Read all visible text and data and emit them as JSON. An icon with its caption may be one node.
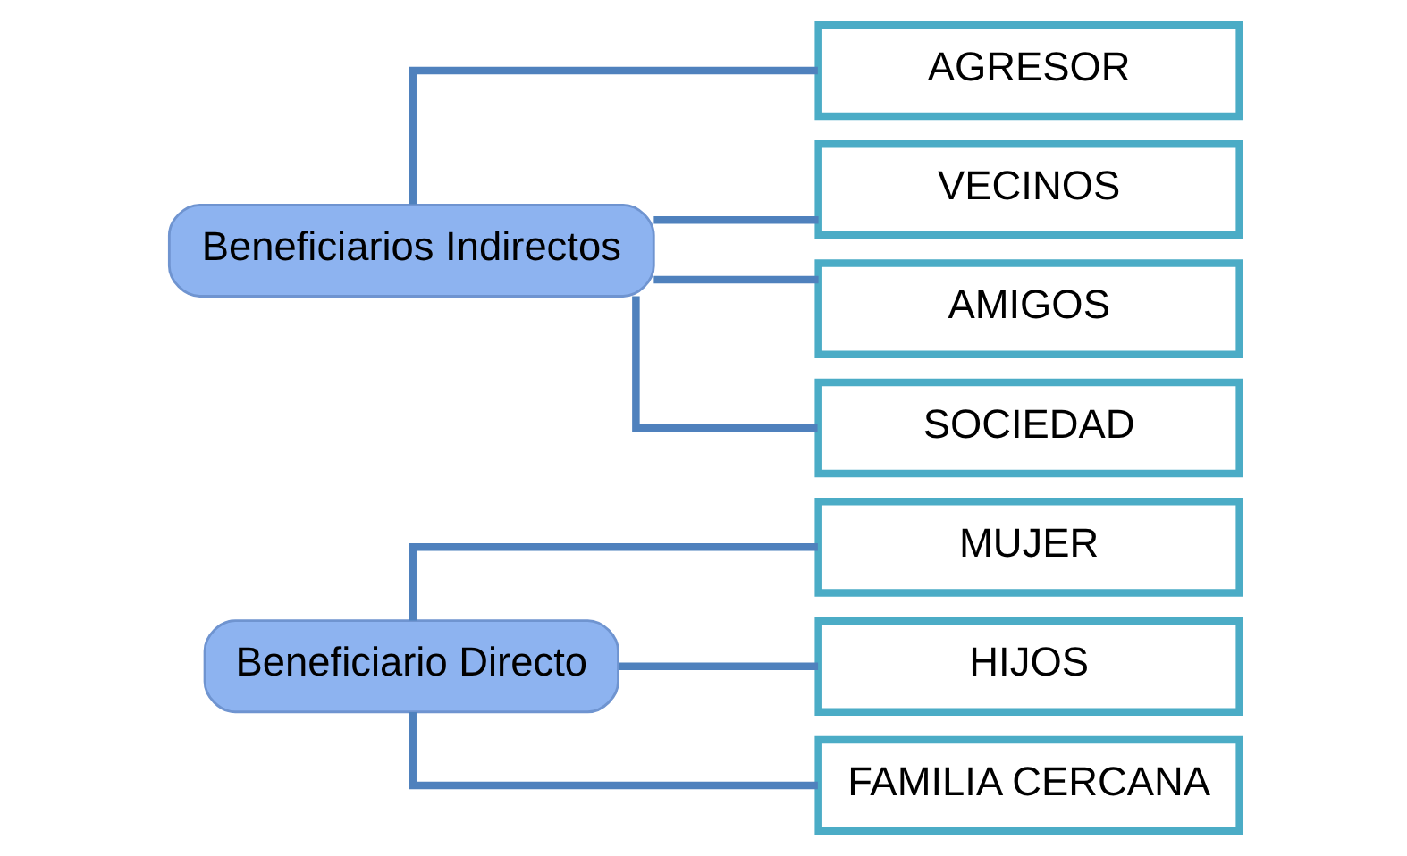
{
  "diagram": {
    "nodes": [
      {
        "text": [
          "Beneficiario Directo"
        ]
      },
      {
        "text": [
          "MUJER"
        ]
      },
      {
        "text": [
          "HIJOS"
        ]
      },
      {
        "text": [
          "FAMILIA CERCANA"
        ]
      },
      {
        "text": [
          "Beneficiarios Indirectos"
        ]
      },
      {
        "text": [
          "AGRESOR"
        ]
      },
      {
        "text": [
          "VECINOS"
        ]
      },
      {
        "text": [
          "AMIGOS"
        ]
      },
      {
        "text": [
          "SOCIEDAD"
        ]
      }
    ],
    "edges": [
      {
        "from": 0,
        "to": 1,
        "arrow": "none"
      },
      {
        "from": 0,
        "to": 2,
        "arrow": "none"
      },
      {
        "from": 0,
        "to": 3,
        "arrow": "none"
      },
      {
        "from": 4,
        "to": 5,
        "arrow": "none"
      },
      {
        "from": 4,
        "to": 6,
        "arrow": "none"
      },
      {
        "from": 4,
        "to": 7,
        "arrow": "none"
      },
      {
        "from": 4,
        "to": 8,
        "arrow": "none"
      }
    ]
  }
}
